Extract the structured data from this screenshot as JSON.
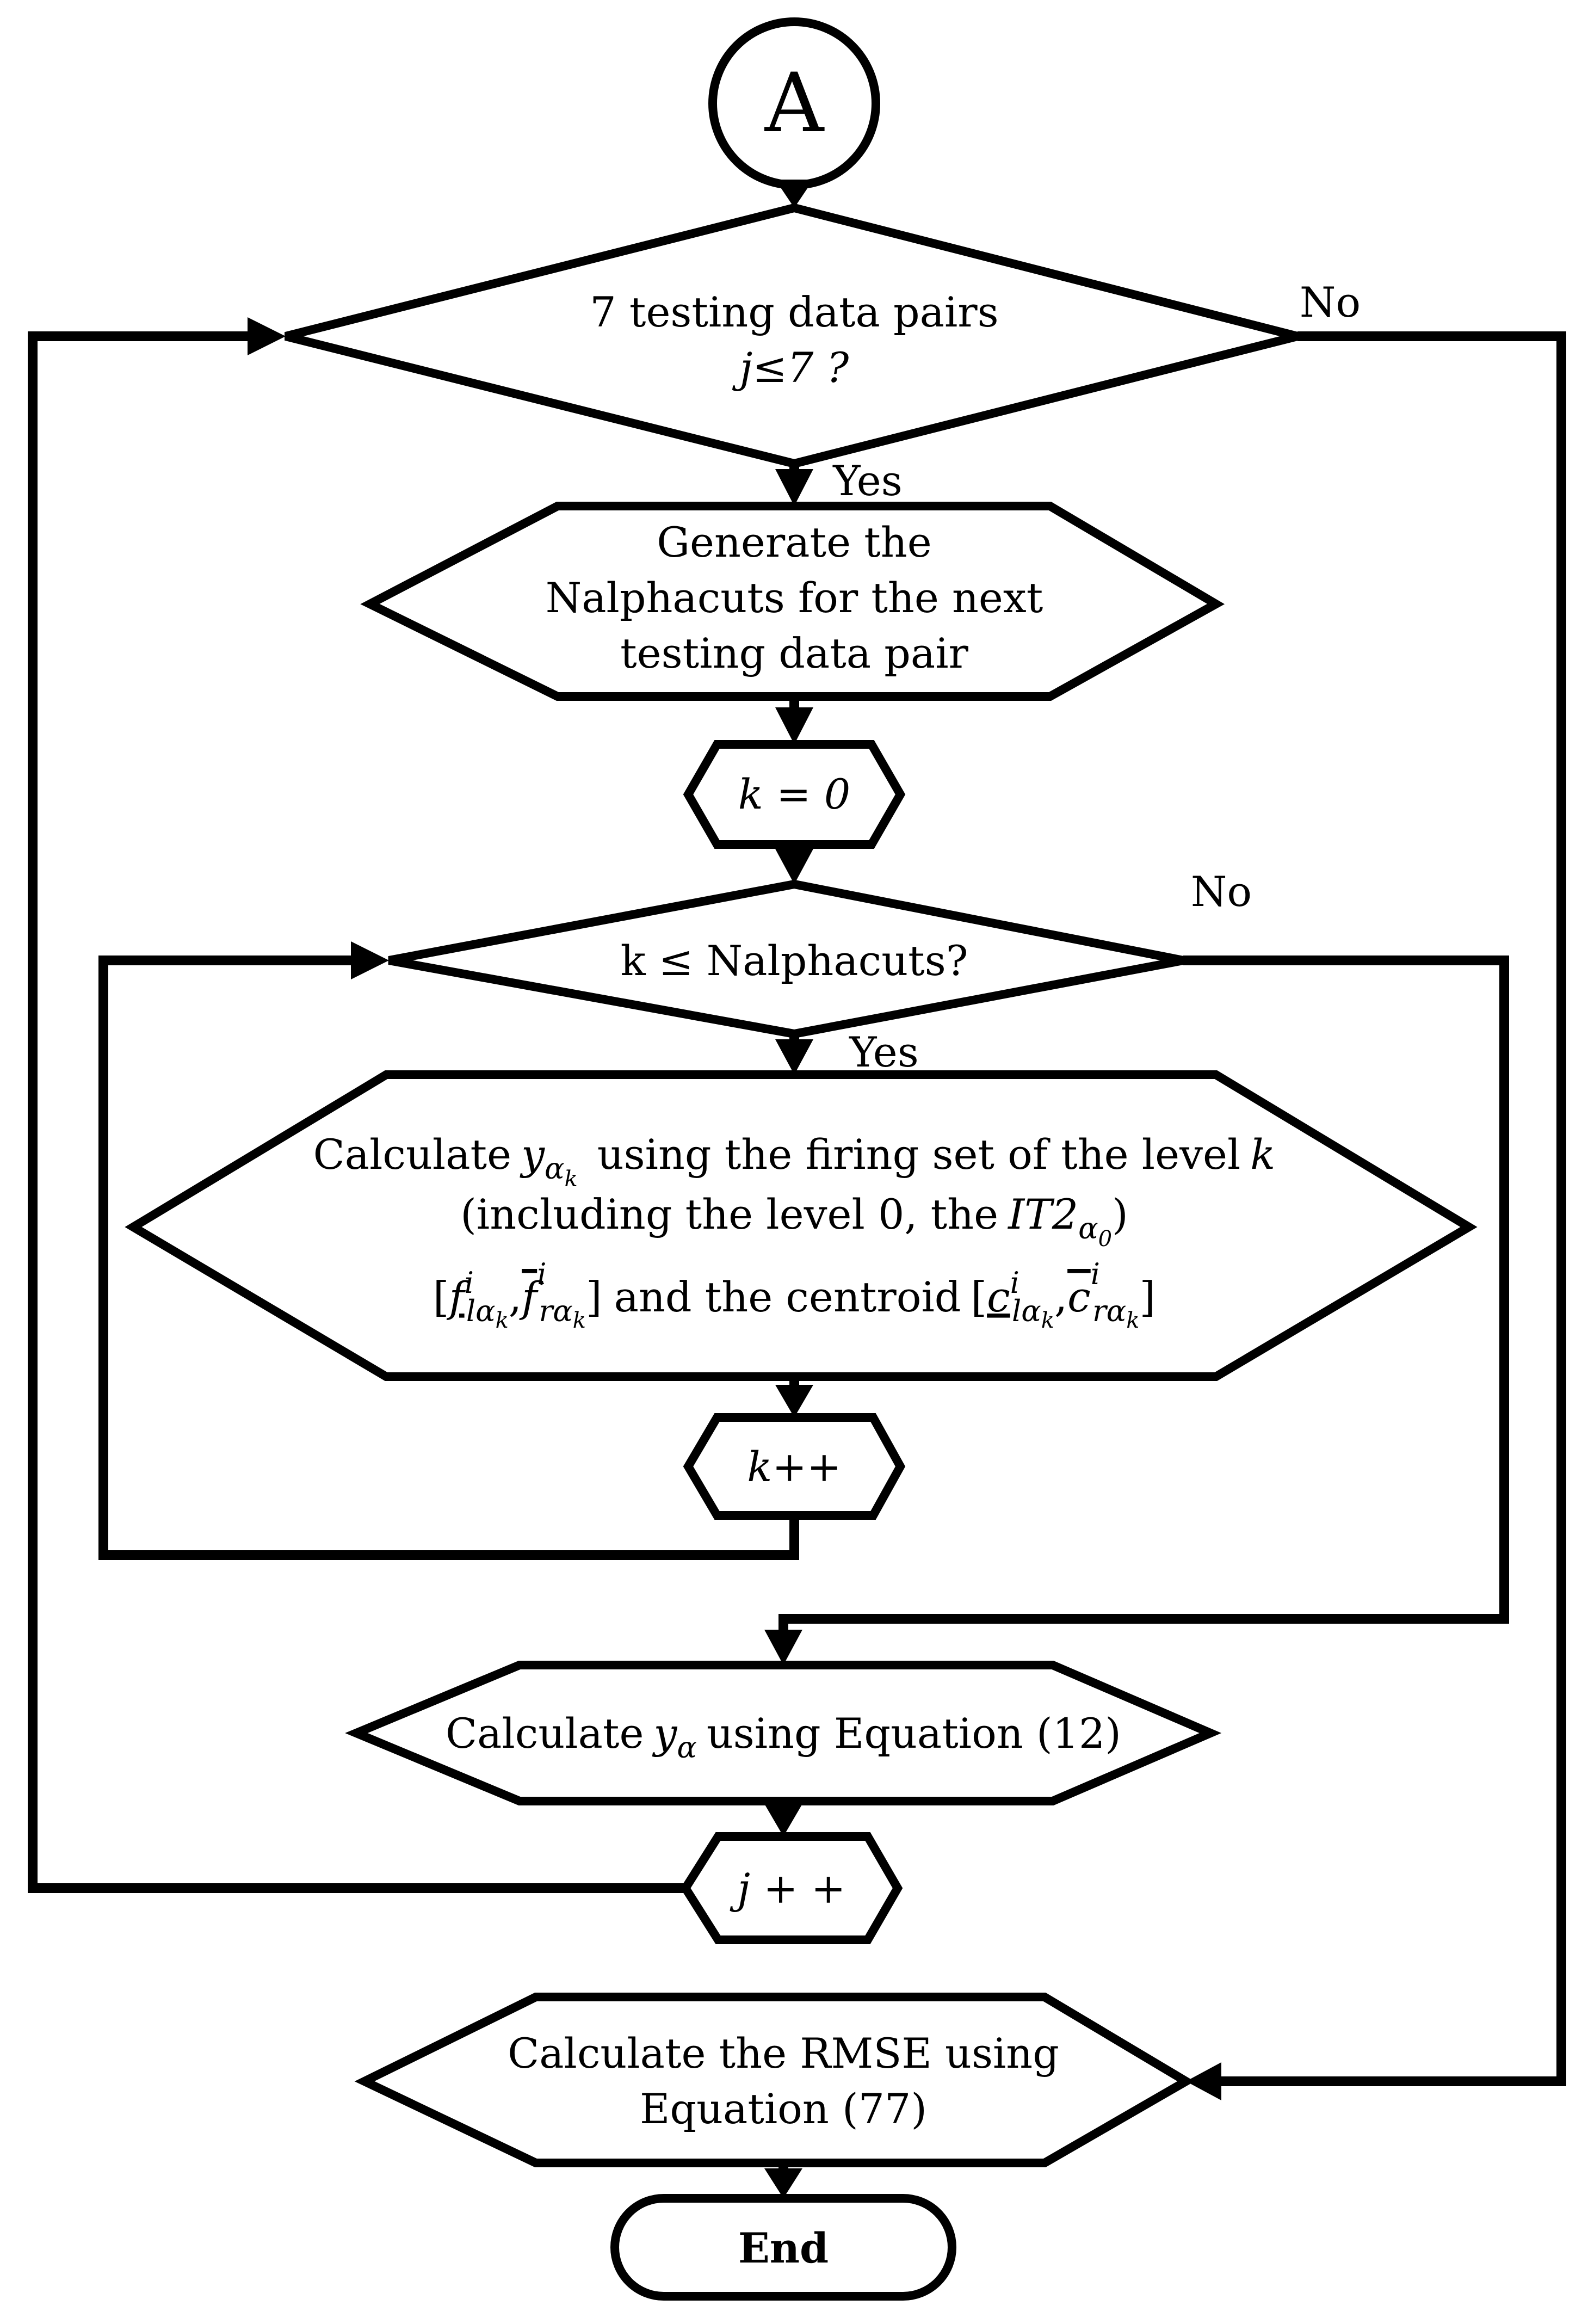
{
  "connector": {
    "label": "A"
  },
  "decision_outer": {
    "line1": "7 testing data pairs",
    "line2": "j≤7 ?",
    "yes": "Yes",
    "no": "No"
  },
  "generate_step": {
    "line1": "Generate the",
    "line2": "Nalphacuts for the next",
    "line3": "testing data pair"
  },
  "init_k": {
    "label": "k = 0"
  },
  "decision_inner": {
    "label": "k ≤ Nalphacuts?",
    "yes": "Yes",
    "no": "No"
  },
  "calc_level": {
    "line1_pre": "Calculate",
    "line1_post": "using the firing set of the level",
    "line1_var": "k",
    "line2_pre": "(including the level 0, the",
    "line2_it2": "IT2",
    "line3_mid": "and the centroid"
  },
  "increment_k": {
    "label": "k++"
  },
  "calc_y": {
    "pre": "Calculate",
    "post": "using Equation (12)"
  },
  "increment_j": {
    "label": "j + +"
  },
  "calc_rmse": {
    "line1": "Calculate the RMSE using",
    "line2": "Equation  (77)"
  },
  "terminal": {
    "label": "End"
  }
}
